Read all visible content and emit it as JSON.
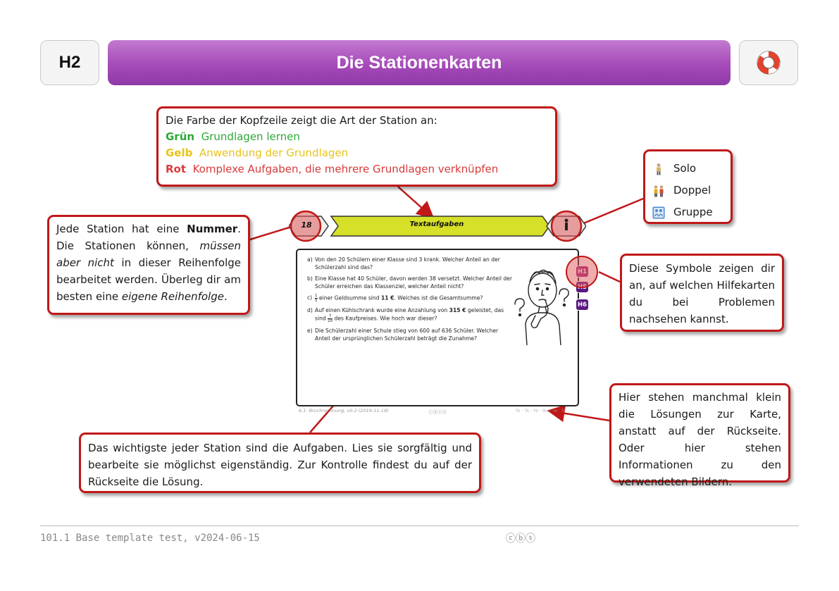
{
  "header": {
    "code": "H2",
    "title": "Die Stationenkarten"
  },
  "icons": {
    "help": "lifebuoy-icon",
    "solo": "single-person-icon",
    "doppel": "two-people-icon",
    "gruppe": "group-icon"
  },
  "colors": {
    "title_bar": "#a64ab9",
    "callout_border": "#c01818",
    "green": "#2ea836",
    "yellow": "#e8c31b",
    "red": "#d93a3a",
    "card_banner": "#d6e028",
    "badge_magenta": "#a0207a",
    "badge_purple": "#5a1a82"
  },
  "callouts": {
    "colors": {
      "intro": "Die Farbe der Kopfzeile zeigt die Art der Station an:",
      "items": [
        {
          "term": "Grün",
          "desc": "Grundlagen lernen"
        },
        {
          "term": "Gelb",
          "desc": "Anwendung der Grundlagen"
        },
        {
          "term": "Rot",
          "desc": "Komplexe Aufgaben, die mehrere Grundlagen verknüpfen"
        }
      ]
    },
    "number": {
      "pre": "Jede Station hat eine ",
      "bold": "Nummer",
      "mid1": ". Die Stationen können, ",
      "ital1": "müssen aber nicht",
      "mid2": " in dieser Reihenfolge bearbeitet werden. Überleg dir am besten eine ",
      "ital2": "eigene Reihenfolge",
      "end": "."
    },
    "social": {
      "solo": "Solo",
      "doppel": "Doppel",
      "gruppe": "Gruppe"
    },
    "help": "Diese Symbole zeigen dir an, auf welchen Hilfekarten du bei Problemen nachsehen kannst.",
    "tasks": "Das wichtigste jeder Station sind die Aufgaben. Lies sie sorgfältig und bearbeite sie möglichst eigenständig. Zur Kontrolle findest du auf der Rückseite die Lösung.",
    "solutions": "Hier stehen manchmal klein die Lösungen zur Karte, anstatt auf der Rückseite. Oder hier stehen Informationen zu den verwendeten Bildern."
  },
  "card": {
    "number": "18",
    "title": "Textaufgaben",
    "badges": [
      "H1",
      "H5",
      "H6"
    ],
    "tasks": [
      {
        "letter": "a)",
        "text": "Von den 20 Schülern einer Klasse sind 3 krank. Welcher Anteil an der Schülerzahl sind das?"
      },
      {
        "letter": "b)",
        "text": "Eine Klasse hat 40 Schüler, davon werden 38 versetzt. Welcher Anteil der Schüler erreichen das Klassenziel, welcher Anteil nicht?"
      },
      {
        "letter": "c)",
        "pre": "",
        "frac_num": "1",
        "frac_den": "5",
        "post": " einer Geldsumme sind ",
        "bold": "11 €",
        "end": ". Welches ist die Gesamtsumme?"
      },
      {
        "letter": "d)",
        "pre": "Auf einen Kühlschrank wurde eine Anzahlung von ",
        "bold": "315 €",
        "mid": " geleistet, das sind ",
        "frac_num": "7",
        "frac_den": "20",
        "end": " des Kaufpreises. Wie hoch war dieser?"
      },
      {
        "letter": "e)",
        "text": "Die Schülerzahl einer Schule stieg von 600 auf 636 Schüler. Welcher Anteil der ursprünglichen Schülerzahl beträgt die Zunahme?"
      }
    ],
    "footer_left": "6.1: Bruchrechnung, v0.2 (2019-11-18)",
    "footer_center": "ⓒⓑⓢⓐ",
    "footer_right": "⅗ · ⅞ · ⅔ · ⅟₂₀ · ⅙ · ⅟"
  },
  "footer": {
    "text": "101.1 Base template test, v2024-06-15",
    "license": "ⓒⓑⓢ"
  }
}
